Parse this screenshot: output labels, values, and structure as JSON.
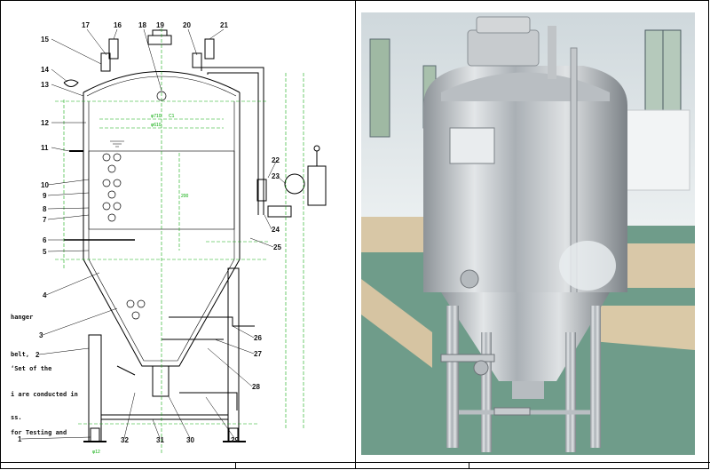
{
  "drawing": {
    "callouts": [
      {
        "id": "c1",
        "text": "1"
      },
      {
        "id": "c2",
        "text": "2"
      },
      {
        "id": "c3",
        "text": "3"
      },
      {
        "id": "c4",
        "text": "4"
      },
      {
        "id": "c5",
        "text": "5"
      },
      {
        "id": "c6",
        "text": "6"
      },
      {
        "id": "c7",
        "text": "7"
      },
      {
        "id": "c8",
        "text": "8"
      },
      {
        "id": "c9",
        "text": "9"
      },
      {
        "id": "c10",
        "text": "10"
      },
      {
        "id": "c11",
        "text": "11"
      },
      {
        "id": "c12",
        "text": "12"
      },
      {
        "id": "c13",
        "text": "13"
      },
      {
        "id": "c14",
        "text": "14"
      },
      {
        "id": "c15",
        "text": "15"
      },
      {
        "id": "c16",
        "text": "16"
      },
      {
        "id": "c17",
        "text": "17"
      },
      {
        "id": "c18",
        "text": "18"
      },
      {
        "id": "c19",
        "text": "19"
      },
      {
        "id": "c20",
        "text": "20"
      },
      {
        "id": "c21",
        "text": "21"
      },
      {
        "id": "c22",
        "text": "22"
      },
      {
        "id": "c23",
        "text": "23"
      },
      {
        "id": "c24",
        "text": "24"
      },
      {
        "id": "c25",
        "text": "25"
      },
      {
        "id": "c26",
        "text": "26"
      },
      {
        "id": "c27",
        "text": "27"
      },
      {
        "id": "c28",
        "text": "28"
      },
      {
        "id": "c29",
        "text": "29"
      },
      {
        "id": "c30",
        "text": "30"
      },
      {
        "id": "c31",
        "text": "31"
      },
      {
        "id": "c32",
        "text": "32"
      }
    ],
    "notes": [
      "hanger",
      "belt,",
      "‘Set of the",
      "i are conducted in",
      "ss.",
      "for Testing and"
    ],
    "dimensions": [
      "φ710",
      "φ610",
      "200",
      "C1",
      "φ12"
    ]
  },
  "photo": {
    "nameplate": "",
    "colors": {
      "steel": "#c9cdd0",
      "floor": "#6f9c8a",
      "wall": "#dfe6ea",
      "pallet": "#d6c4a2"
    }
  }
}
